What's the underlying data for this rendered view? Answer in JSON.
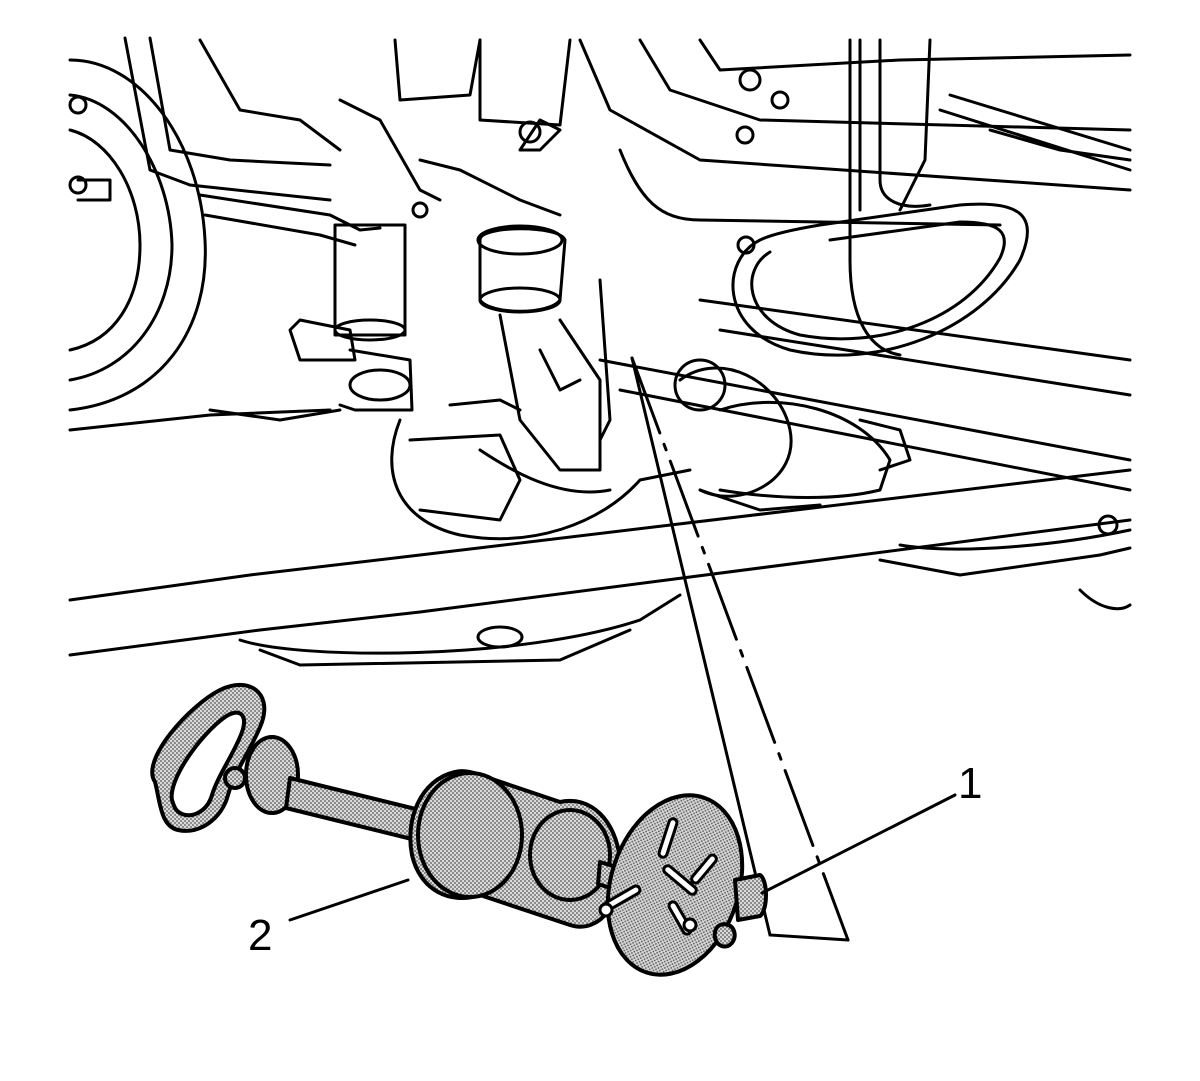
{
  "callouts": [
    {
      "id": "1",
      "text": "1"
    },
    {
      "id": "2",
      "text": "2"
    }
  ],
  "colors": {
    "line": "#000000",
    "tool_fill": "#c8c8c8",
    "background": "#ffffff"
  }
}
